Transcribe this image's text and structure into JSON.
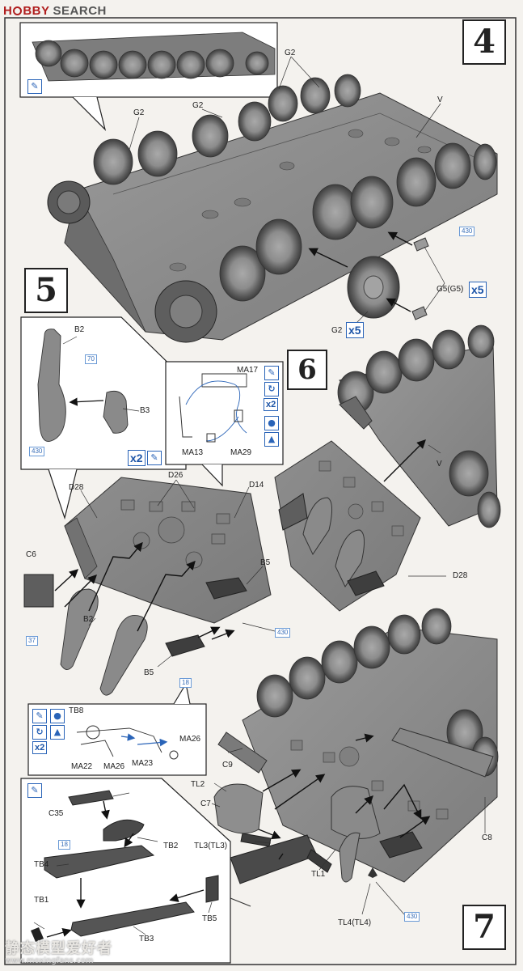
{
  "header": {
    "logo_text_1": "H",
    "logo_text_2": "BBY",
    "logo_text_3": "SEARCH"
  },
  "steps": {
    "step4": "4",
    "step5": "5",
    "step6": "6",
    "step7": "7"
  },
  "step4": {
    "labels": [
      "G2",
      "G2",
      "G2",
      "V",
      "G2",
      "G5(G5)"
    ],
    "qty1": "x5",
    "qty2": "x5",
    "ref": "430"
  },
  "step5": {
    "labels": [
      "B2",
      "B3",
      "D28",
      "D26",
      "D14",
      "C6",
      "B5",
      "B2",
      "B5"
    ],
    "ref1": "70",
    "ref2": "430",
    "ref3": "430",
    "ref4": "37",
    "ref5": "18",
    "qty": "x2"
  },
  "step6": {
    "labels": [
      "MA17",
      "MA13",
      "MA29",
      "V",
      "D28"
    ],
    "qty": "x2"
  },
  "step7": {
    "labels_inset": [
      "TB8",
      "MA26",
      "MA22",
      "MA26",
      "MA23"
    ],
    "labels_main": [
      "C9",
      "TL2",
      "C7",
      "TL3(TL3)",
      "TL1",
      "TL4(TL4)",
      "C8"
    ],
    "labels_sub": [
      "C35",
      "TB2",
      "TB4",
      "TB1",
      "TB5",
      "TB3"
    ],
    "qty": "x2",
    "ref1": "18",
    "ref2": "430"
  },
  "colors": {
    "paper": "#f4f2ee",
    "part_grey": "#8a8a8a",
    "line": "#222222",
    "callout_blue": "#2a64b8"
  },
  "footer": {
    "watermark_text": "静态模型爱好者",
    "watermark_url": "www.moxingfans.com"
  }
}
